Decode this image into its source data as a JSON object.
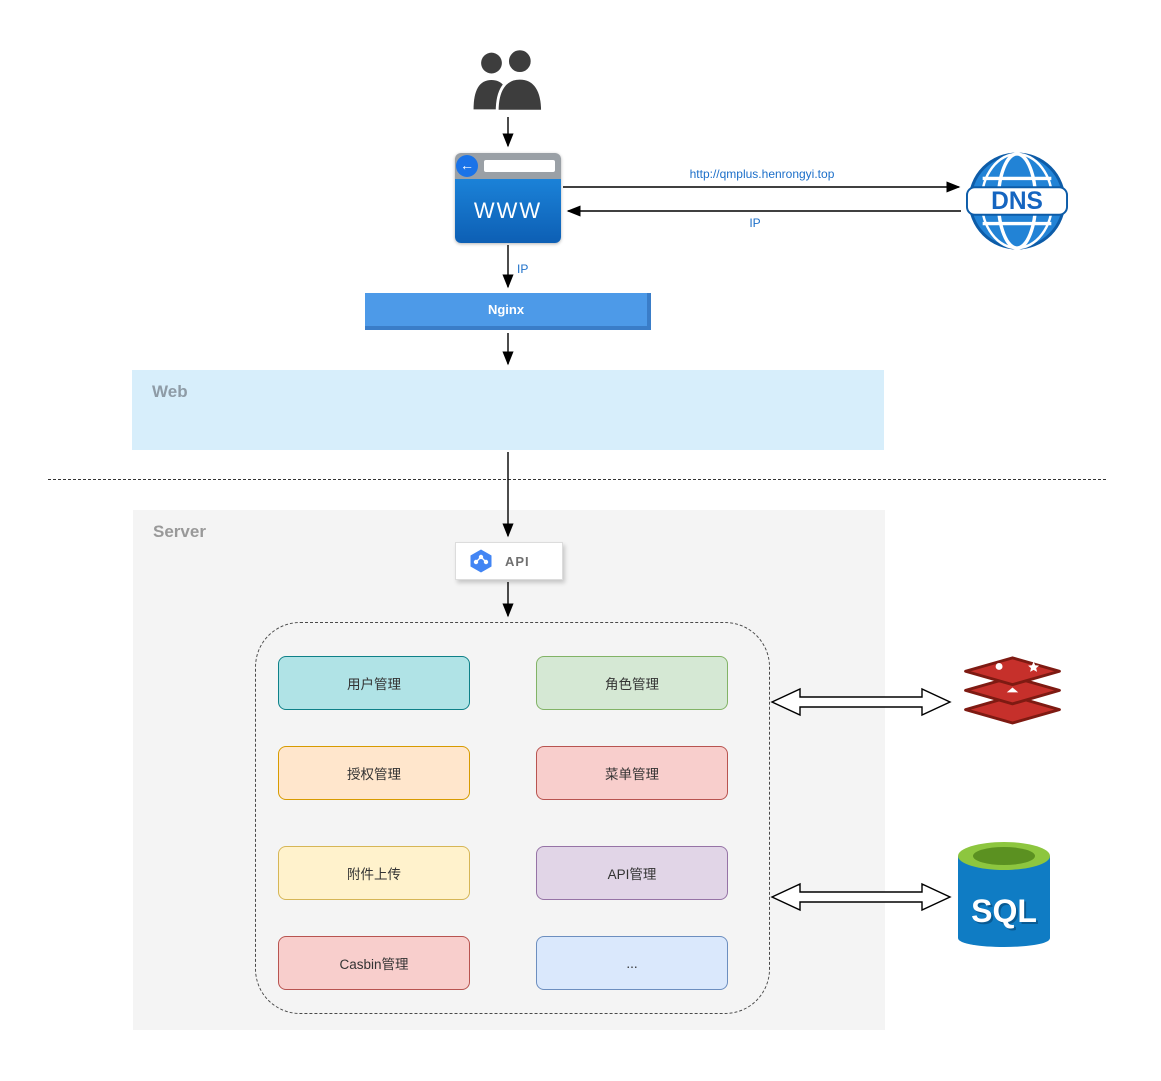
{
  "diagram": {
    "zones": {
      "web": "Web",
      "server": "Server"
    },
    "nodes": {
      "users": {
        "icon": "users-icon"
      },
      "browser": {
        "label": "WWW",
        "icon": "browser-window-icon"
      },
      "dns": {
        "label": "DNS",
        "icon": "globe-dns-icon"
      },
      "nginx": {
        "label": "Nginx"
      },
      "api": {
        "label": "API",
        "icon": "hexagon-api-icon"
      },
      "redis": {
        "icon": "redis-stack-icon"
      },
      "sql": {
        "label": "SQL",
        "icon": "sql-database-cylinder-icon"
      }
    },
    "edges": {
      "browser_to_dns_label": "http://qmplus.henrongyi.top",
      "dns_to_browser_label": "IP",
      "browser_to_nginx_label": "IP"
    },
    "modules": [
      {
        "label": "用户管理",
        "fill": "#b0e3e6",
        "stroke": "#0e8088"
      },
      {
        "label": "角色管理",
        "fill": "#d5e8d4",
        "stroke": "#82b366"
      },
      {
        "label": "授权管理",
        "fill": "#ffe6cc",
        "stroke": "#d79b00"
      },
      {
        "label": "菜单管理",
        "fill": "#f8cecc",
        "stroke": "#b85450"
      },
      {
        "label": "附件上传",
        "fill": "#fff2cc",
        "stroke": "#d6b656"
      },
      {
        "label": "API管理",
        "fill": "#e1d5e7",
        "stroke": "#9673a6"
      },
      {
        "label": "Casbin管理",
        "fill": "#f8cecc",
        "stroke": "#b85450"
      },
      {
        "label": "...",
        "fill": "#dae8fc",
        "stroke": "#6c8ebf"
      }
    ],
    "colors": {
      "nginx_fill": "#4d9ae8",
      "web_zone_fill": "#d7eefb",
      "server_zone_fill": "#f4f4f4",
      "edge_label_blue": "#1c6fc9",
      "browser_blue": "#1273cf",
      "dns_blue": "#1565c0",
      "redis_red": "#c6302b",
      "sql_blue": "#0f7cc4",
      "sql_green": "#8dc63f"
    }
  }
}
